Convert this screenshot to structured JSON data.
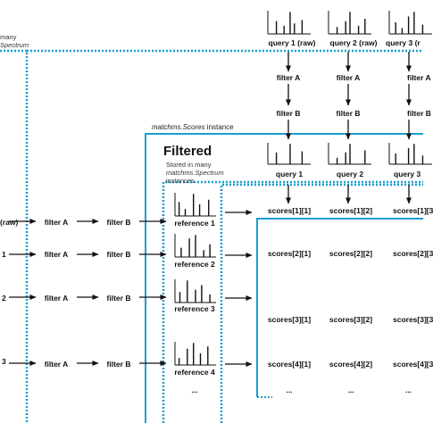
{
  "colors": {
    "box_blue": "#1a9fd0",
    "ink": "#111111"
  },
  "top_left_caption": {
    "line1": "many",
    "line2": "Spectrum"
  },
  "queries_raw": [
    "query 1 (raw)",
    "query 2 (raw)",
    "query 3 (r"
  ],
  "query_filters": {
    "a": "filter A",
    "b": "filter B"
  },
  "queries_filtered": [
    "query 1",
    "query 2",
    "query 3"
  ],
  "scores_instance": {
    "class_name": "matchms.Scores",
    "suffix": " instance"
  },
  "filtered_box": {
    "title": "Filtered",
    "line1": "Stored in many",
    "line2_class": "matchms.Spectrum",
    "line3": "instances"
  },
  "references_raw": [
    "(raw)",
    "1",
    "2",
    "3"
  ],
  "reference_filters": {
    "a": "filter A",
    "b": "filter B"
  },
  "references": [
    "reference 1",
    "reference 2",
    "reference 3",
    "reference 4",
    "..."
  ],
  "scores": [
    [
      "scores[1][1]",
      "scores[1][2]",
      "scores[1][3"
    ],
    [
      "scores[2][1]",
      "scores[2][2]",
      "scores[2][3"
    ],
    [
      "scores[3][1]",
      "scores[3][2]",
      "scores[3][3"
    ],
    [
      "scores[4][1]",
      "scores[4][2]",
      "scores[4][3"
    ],
    [
      "...",
      "...",
      "..."
    ]
  ]
}
